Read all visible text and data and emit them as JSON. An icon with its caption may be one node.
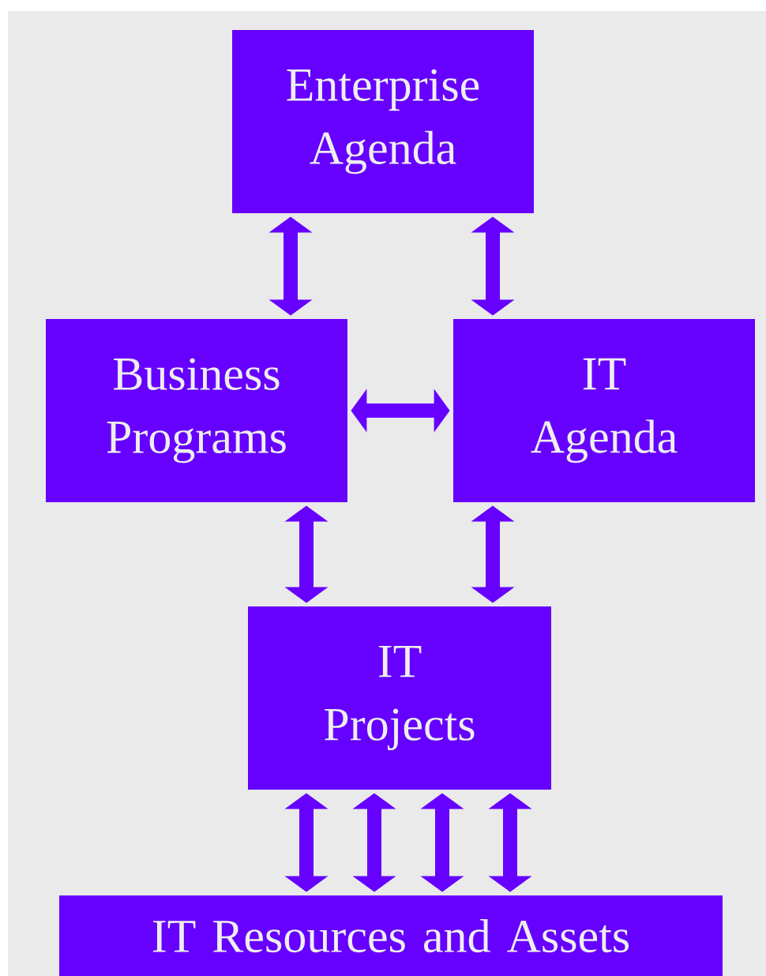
{
  "diagram": {
    "nodes": [
      {
        "text": [
          "Enterprise Agenda"
        ]
      },
      {
        "text": [
          "Business Programs"
        ]
      },
      {
        "text": [
          "IT Agenda"
        ]
      },
      {
        "text": [
          "IT Projects"
        ]
      },
      {
        "text": [
          "IT Resources and Assets"
        ]
      }
    ],
    "edges": [
      {
        "from": 0,
        "to": 1,
        "arrow": "both"
      },
      {
        "from": 0,
        "to": 2,
        "arrow": "both"
      },
      {
        "from": 1,
        "to": 2,
        "arrow": "both"
      },
      {
        "from": 1,
        "to": 3,
        "arrow": "both"
      },
      {
        "from": 2,
        "to": 3,
        "arrow": "both"
      },
      {
        "from": 3,
        "to": 4,
        "arrow": "both"
      },
      {
        "from": 3,
        "to": 4,
        "arrow": "both"
      },
      {
        "from": 3,
        "to": 4,
        "arrow": "both"
      },
      {
        "from": 3,
        "to": 4,
        "arrow": "both"
      }
    ]
  }
}
